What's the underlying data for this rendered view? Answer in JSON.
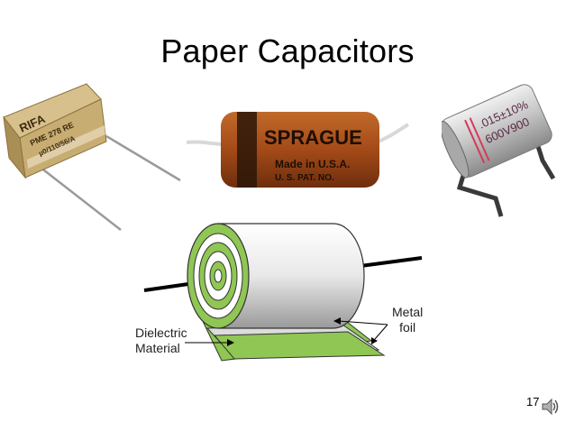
{
  "slide": {
    "title": "Paper Capacitors",
    "slide_number": "17"
  },
  "capacitors": {
    "rifa": {
      "brand": "RIFA",
      "model": "PME 278 RE",
      "spec": "µ0/110/56/A"
    },
    "sprague": {
      "brand": "SPRAGUE",
      "made_in": "Made in U.S.A.",
      "patent": "U. S. PAT. NO."
    },
    "silver": {
      "value": ".015±10%",
      "voltage": "600V900"
    }
  },
  "diagram": {
    "label_dielectric_line1": "Dielectric",
    "label_dielectric_line2": "Material",
    "label_foil_line1": "Metal",
    "label_foil_line2": "foil"
  },
  "icons": {
    "audio": "speaker-icon"
  }
}
